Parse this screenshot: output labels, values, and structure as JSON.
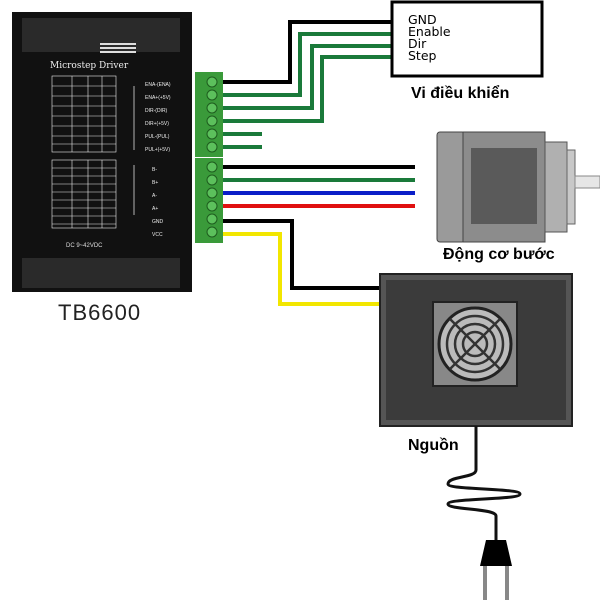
{
  "labels": {
    "driver_name": "TB6600",
    "driver_title": "Microstep Driver",
    "driver_voltage": "DC 9~42VDC",
    "controller": "Vi điều khiển",
    "motor": "Động cơ bước",
    "power": "Nguồn"
  },
  "controller_pins": [
    "GND",
    "Enable",
    "Dir",
    "Step"
  ],
  "signal_terminals": [
    "ENA-(ENA)",
    "ENA+(+5V)",
    "DIR-(DIR)",
    "DIR+(+5V)",
    "PUL-(PUL)",
    "PUL+(+5V)"
  ],
  "power_terminals": [
    "B-",
    "B+",
    "A-",
    "A+",
    "GND",
    "VCC"
  ],
  "wire_colors": {
    "black": "#000000",
    "green": "#1a7a3a",
    "blue": "#0a1ec8",
    "red": "#e01010",
    "yellow": "#f2e600",
    "terminal": "#3a9a3a",
    "screw": "#5cc05c"
  }
}
